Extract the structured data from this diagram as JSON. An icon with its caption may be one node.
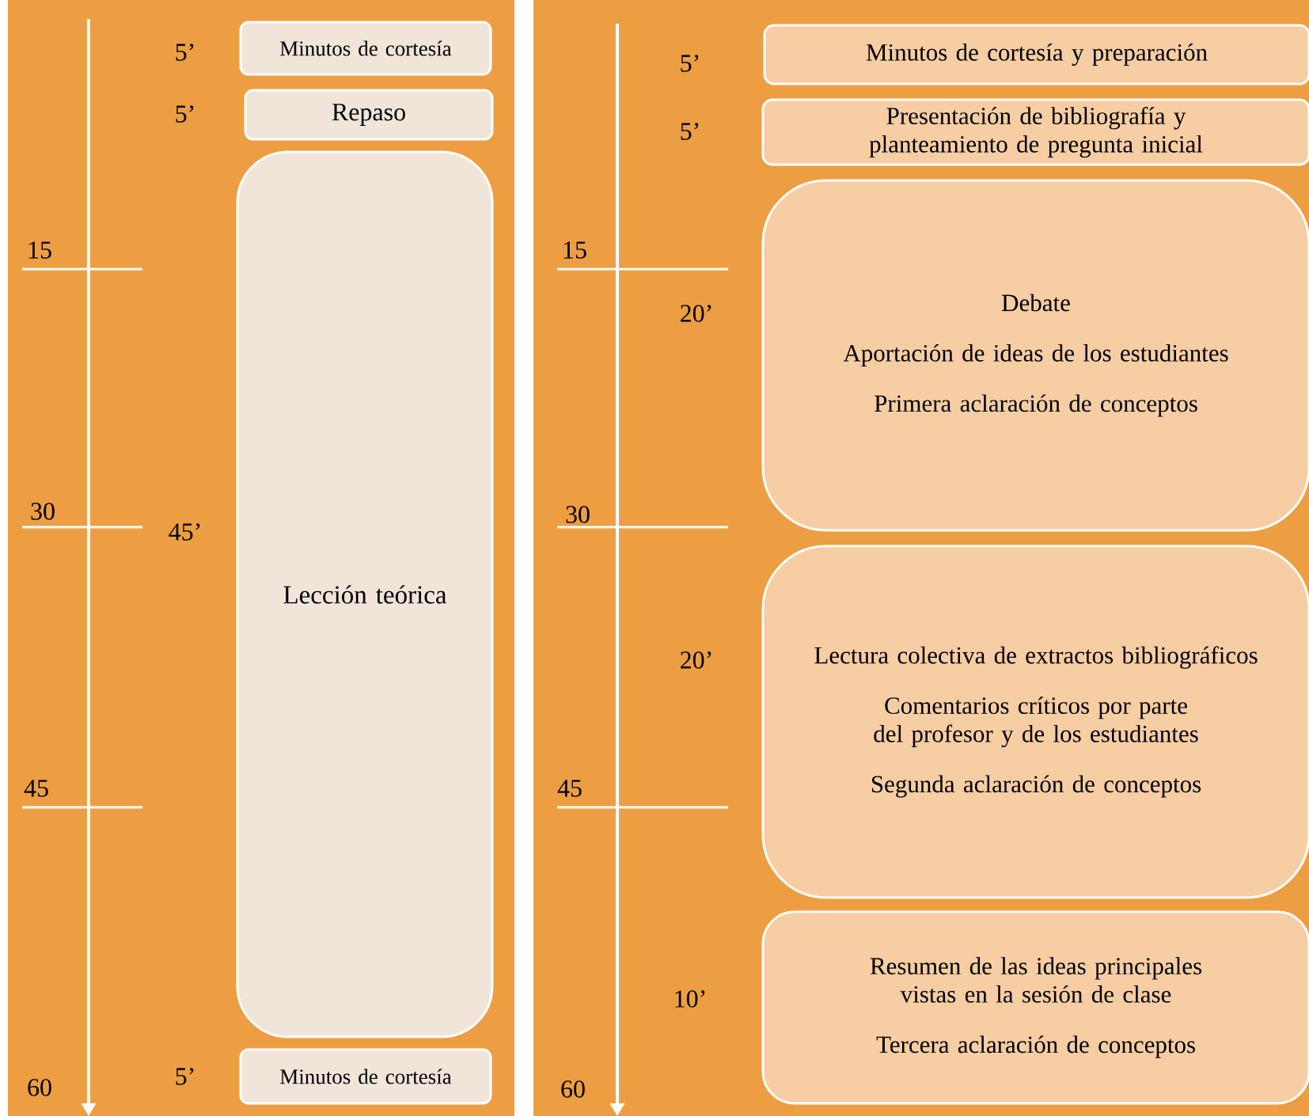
{
  "diagram": {
    "nodes": [
      {
        "text": [
          "Minutos de cortesía"
        ],
        "beside": [
          "5’"
        ]
      },
      {
        "text": [
          "Repaso"
        ],
        "beside": [
          "5’"
        ]
      },
      {
        "text": [
          "Lección teórica"
        ],
        "beside": [
          "45’"
        ]
      },
      {
        "text": [
          "Minutos de cortesía"
        ],
        "beside": [
          "5’"
        ]
      },
      {
        "text": [
          "Minutos de cortesía y preparación"
        ],
        "beside": [
          "5’"
        ]
      },
      {
        "text": [
          "Presentación de bibliografía y planteamiento de pregunta inicial"
        ],
        "beside": [
          "5’"
        ]
      },
      {
        "text": [
          "Debate",
          "Aportación de ideas de los estudiantes",
          "Primera aclaración de conceptos"
        ],
        "beside": [
          "20’"
        ]
      },
      {
        "text": [
          "Lectura colectiva de extractos bibliográficos",
          "Comentarios críticos por parte del profesor y de los estudiantes",
          "Segunda aclaración de conceptos"
        ],
        "beside": [
          "20’"
        ]
      },
      {
        "text": [
          "Resumen de las ideas principales vistas en la sesión de clase",
          "Tercera aclaración de conceptos"
        ],
        "beside": [
          "10’"
        ]
      }
    ],
    "labels": [
      "15",
      "30",
      "45",
      "60",
      "15",
      "30",
      "45",
      "60"
    ]
  }
}
